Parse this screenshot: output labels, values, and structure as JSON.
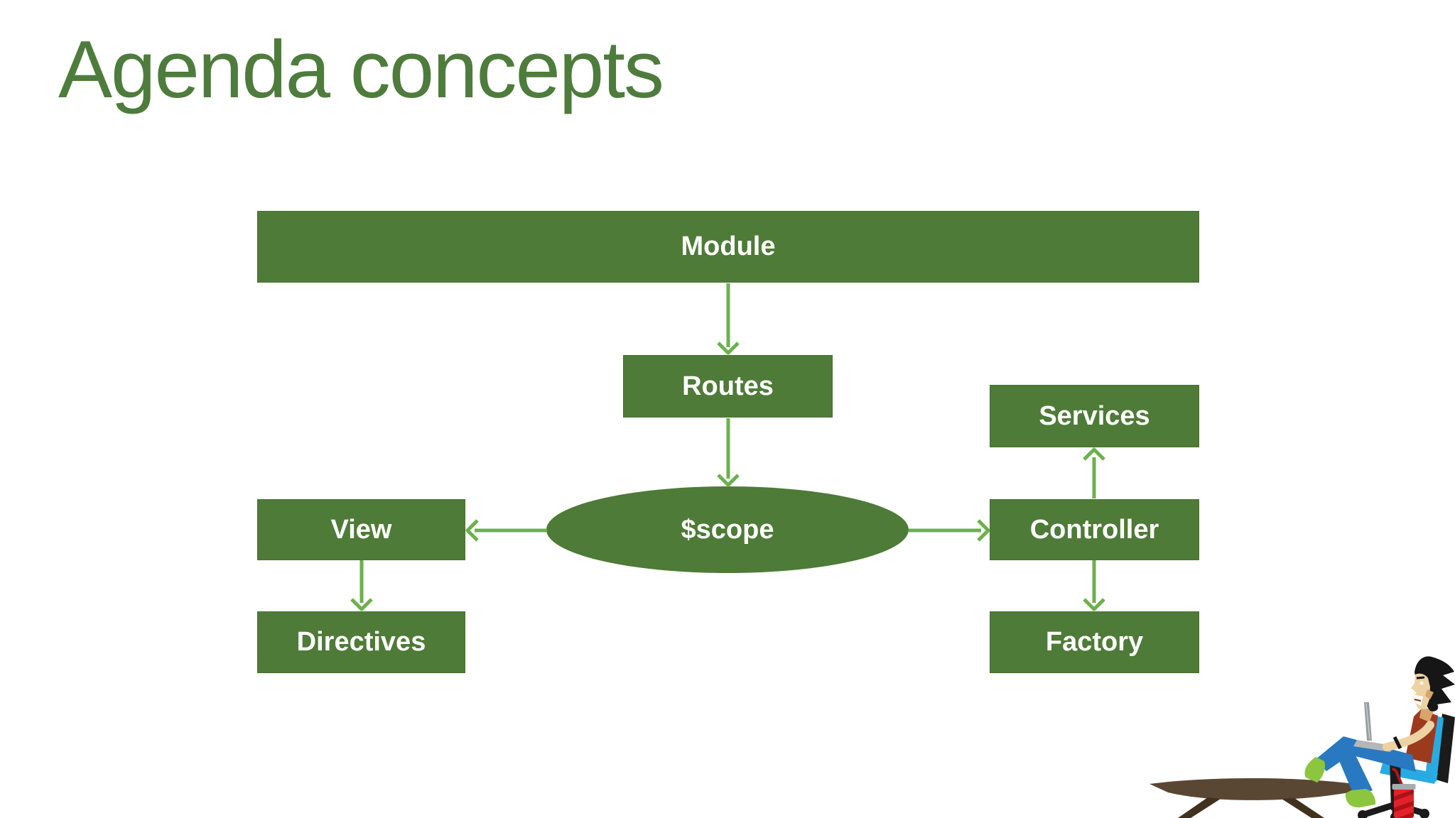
{
  "slide": {
    "title": "Agenda concepts"
  },
  "diagram": {
    "nodes": [
      {
        "id": "module",
        "label": "Module",
        "shape": "rect"
      },
      {
        "id": "routes",
        "label": "Routes",
        "shape": "rect"
      },
      {
        "id": "services",
        "label": "Services",
        "shape": "rect"
      },
      {
        "id": "view",
        "label": "View",
        "shape": "rect"
      },
      {
        "id": "scope",
        "label": "$scope",
        "shape": "ellipse"
      },
      {
        "id": "controller",
        "label": "Controller",
        "shape": "rect"
      },
      {
        "id": "directives",
        "label": "Directives",
        "shape": "rect"
      },
      {
        "id": "factory",
        "label": "Factory",
        "shape": "rect"
      }
    ],
    "edges": [
      {
        "from": "Module",
        "to": "Routes"
      },
      {
        "from": "Routes",
        "to": "$scope"
      },
      {
        "from": "$scope",
        "to": "View"
      },
      {
        "from": "$scope",
        "to": "Controller"
      },
      {
        "from": "View",
        "to": "Directives"
      },
      {
        "from": "Controller",
        "to": "Services"
      },
      {
        "from": "Controller",
        "to": "Factory"
      }
    ]
  },
  "colors": {
    "title_green": "#4E7C3C",
    "box_green": "#4E7B37",
    "arrow_green": "#6CB04E",
    "node_text": "#FFFFFF",
    "background": "#FFFFFF"
  },
  "illustration": {
    "description": "Cartoon man reclining in an office chair with a laptop, feet up on a low table, soda cup beside the chair"
  }
}
